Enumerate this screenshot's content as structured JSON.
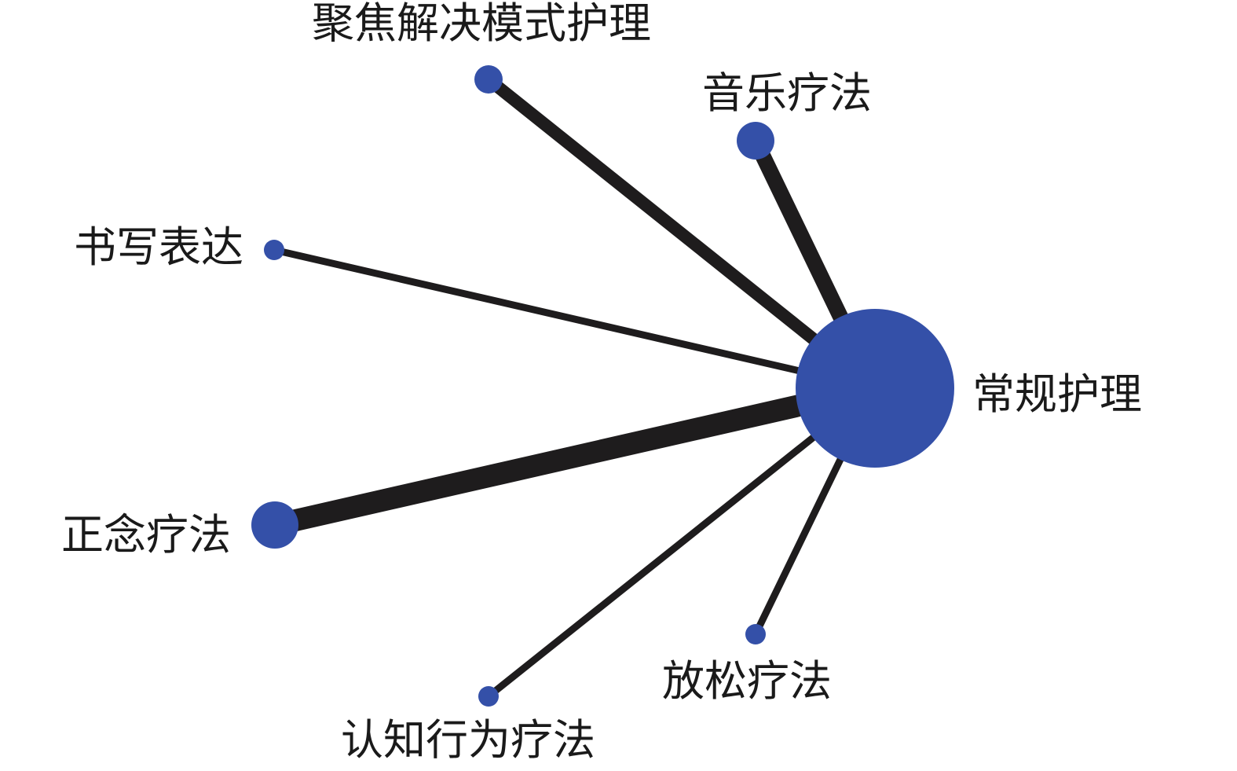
{
  "diagram": {
    "center": {
      "id": "routine-care",
      "label": "常规护理"
    },
    "nodes": [
      {
        "id": "solution-focused-care",
        "label": "聚焦解决模式护理",
        "node_size": "medium",
        "edge_weight": "heavy"
      },
      {
        "id": "music-therapy",
        "label": "音乐疗法",
        "node_size": "large",
        "edge_weight": "heavy"
      },
      {
        "id": "expressive-writing",
        "label": "书写表达",
        "node_size": "small",
        "edge_weight": "light"
      },
      {
        "id": "mindfulness-therapy",
        "label": "正念疗法",
        "node_size": "xlarge",
        "edge_weight": "heaviest"
      },
      {
        "id": "cognitive-behavioral-therapy",
        "label": "认知行为疗法",
        "node_size": "small",
        "edge_weight": "light"
      },
      {
        "id": "relaxation-therapy",
        "label": "放松疗法",
        "node_size": "small",
        "edge_weight": "light"
      }
    ],
    "colors": {
      "node": "#3450a8",
      "edge": "#1e1c1d",
      "text": "#1a1a1a"
    }
  }
}
